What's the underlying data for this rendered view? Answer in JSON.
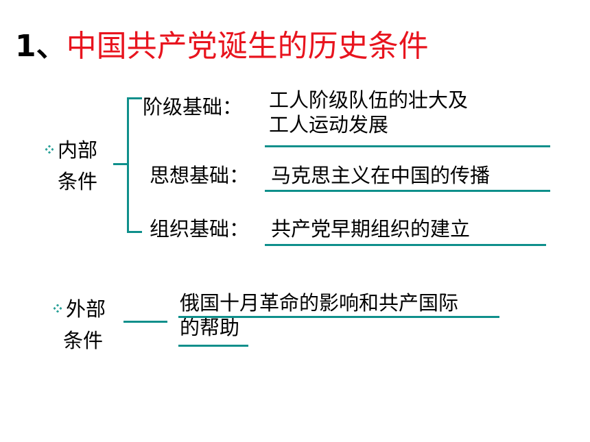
{
  "title": {
    "number": "1、",
    "text": "中国共产党诞生的历史条件"
  },
  "internal": {
    "label_line1": "内部",
    "label_line2": "条件",
    "items": [
      {
        "label": "阶级基础：",
        "content_line1": "工人阶级队伍的壮大及",
        "content_line2": "工人运动发展"
      },
      {
        "label": "思想基础：",
        "content_line1": "马克思主义在中国的传播"
      },
      {
        "label": "组织基础：",
        "content_line1": "共产党早期组织的建立"
      }
    ]
  },
  "external": {
    "label_line1": "外部",
    "label_line2": "条件",
    "content_line1": "俄国十月革命的影响和共产国际",
    "content_line2": "的帮助"
  },
  "colors": {
    "title_red": "#e8141e",
    "line_teal": "#0e8f8b",
    "bullet_teal": "#2aa198"
  }
}
